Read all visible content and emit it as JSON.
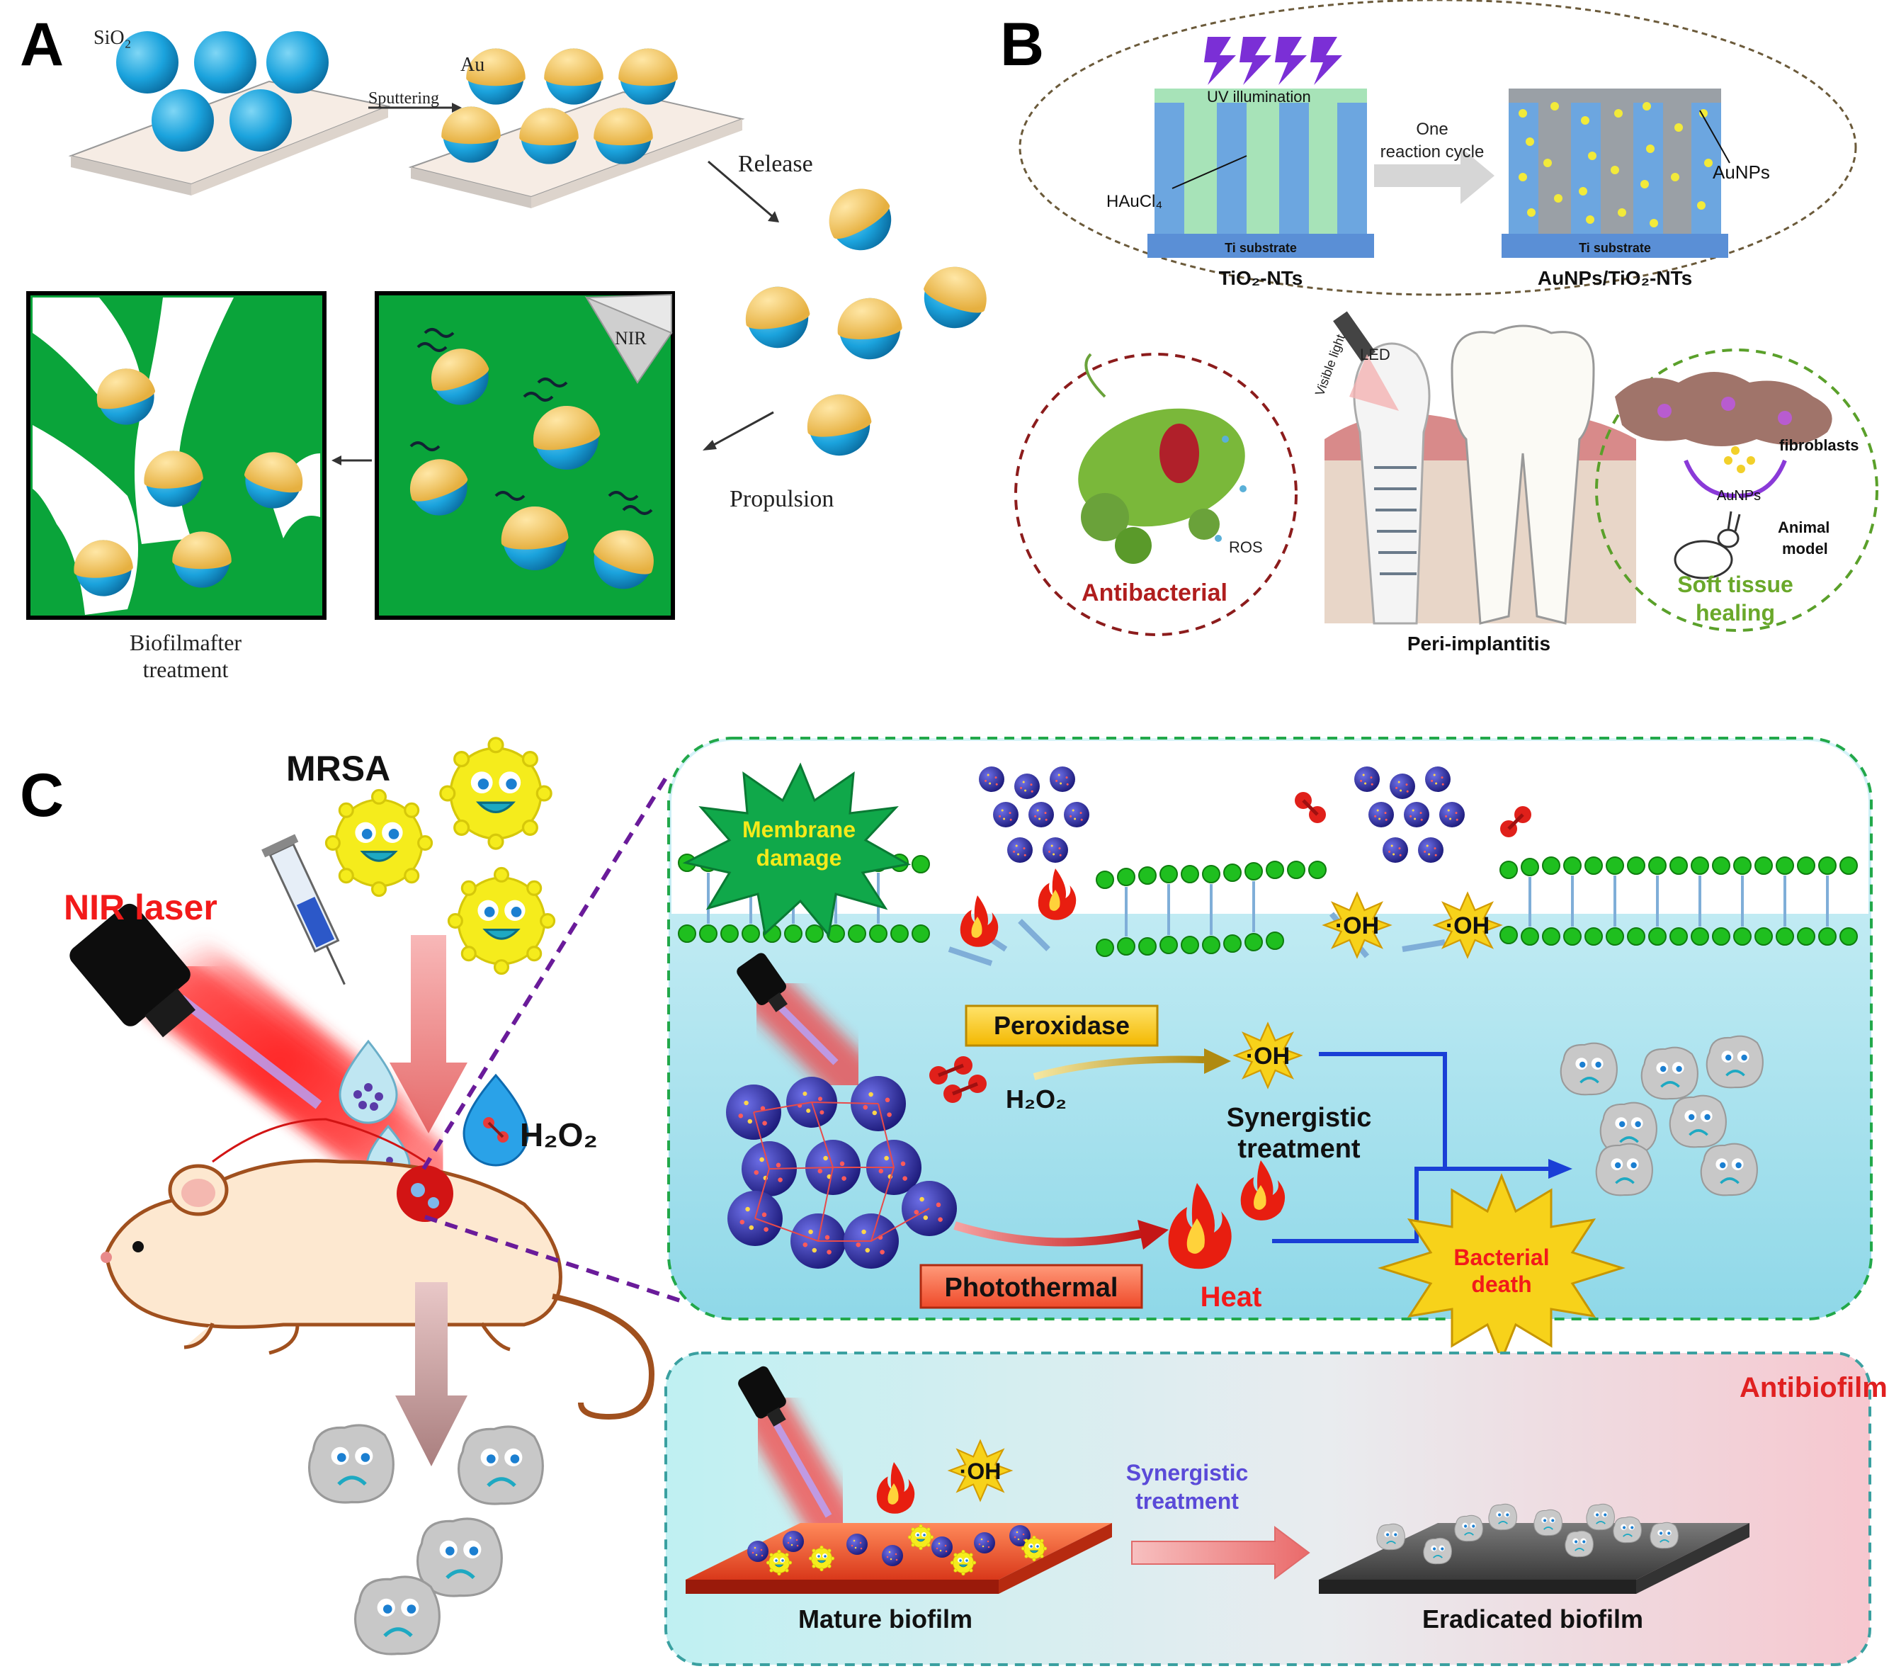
{
  "panel_a": {
    "letter": "A",
    "label_sio2": "SiO₂",
    "label_au": "Au",
    "label_sputtering": "Sputtering",
    "label_release": "Release",
    "label_nir": "NIR",
    "label_propulsion": "Propulsion",
    "caption_line1": "Biofilmafter",
    "caption_line2": "treatment"
  },
  "panel_b": {
    "letter": "B",
    "label_uv": "UV  illumination",
    "label_haucl4": "HAuCl₄",
    "label_ti_substrate_1": "Ti substrate",
    "label_ti_substrate_2": "Ti substrate",
    "label_tio2_nts": "TiO₂-NTs",
    "label_reaction_line1": "One",
    "label_reaction_line2": "reaction cycle",
    "label_aunps": "AuNPs",
    "label_aunps_tio2": "AuNPs/TiO₂-NTs",
    "label_ros": "ROS",
    "label_antibacterial": "Antibacterial",
    "label_led": "LED",
    "label_visible_light": "Visible light",
    "label_peri": "Peri-implantitis",
    "label_fibroblasts": "fibroblasts",
    "label_aunps_small": "AuNPs",
    "label_animal_line1": "Animal",
    "label_animal_line2": "model",
    "label_soft_line1": "Soft tissue",
    "label_soft_line2": "healing"
  },
  "panel_c": {
    "letter": "C",
    "label_mrsa": "MRSA",
    "label_nir_laser": "NIR laser",
    "label_h2o2_big": "H₂O₂",
    "label_membrane_line1": "Membrane",
    "label_membrane_line2": "damage",
    "label_oh_1": "·OH",
    "label_oh_2": "·OH",
    "label_oh_3": "·OH",
    "label_oh_4": "·OH",
    "label_peroxidase": "Peroxidase",
    "label_h2o2_small": "H₂O₂",
    "label_synergy_line1": "Synergistic",
    "label_synergy_line2": "treatment",
    "label_photothermal": "Photothermal",
    "label_heat": "Heat",
    "label_death_line1": "Bacterial",
    "label_death_line2": "death",
    "label_antibiofilm": "Antibiofilm",
    "label_synergy2_line1": "Synergistic",
    "label_synergy2_line2": "treatment",
    "label_mature": "Mature biofilm",
    "label_eradicated": "Eradicated biofilm"
  },
  "colors": {
    "sio2_blue": "#1ba3dd",
    "gold": "#f2c45a",
    "biofilm_green": "#0aa43a",
    "laser_red": "#ff1a1a",
    "inset_blue": "#aee3ee",
    "bacteria_yellow": "#f5ec1c",
    "purple_dash": "#6a1b9a"
  }
}
